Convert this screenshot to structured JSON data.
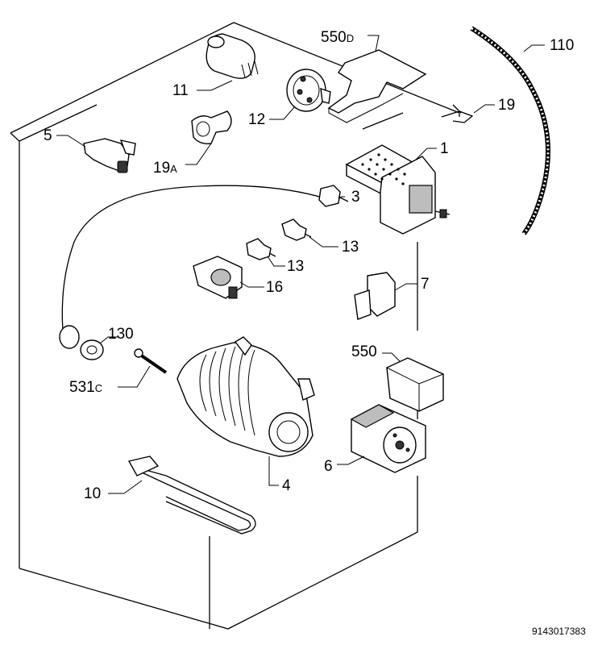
{
  "parts": [
    {
      "id": "550d",
      "label": "550",
      "suffix": "D"
    },
    {
      "id": "110",
      "label": "110",
      "suffix": ""
    },
    {
      "id": "11",
      "label": "11",
      "suffix": ""
    },
    {
      "id": "12",
      "label": "12",
      "suffix": ""
    },
    {
      "id": "19",
      "label": "19",
      "suffix": ""
    },
    {
      "id": "5",
      "label": "5",
      "suffix": ""
    },
    {
      "id": "19a",
      "label": "19",
      "suffix": "A"
    },
    {
      "id": "1",
      "label": "1",
      "suffix": ""
    },
    {
      "id": "3",
      "label": "3",
      "suffix": ""
    },
    {
      "id": "13a",
      "label": "13",
      "suffix": ""
    },
    {
      "id": "13b",
      "label": "13",
      "suffix": ""
    },
    {
      "id": "16",
      "label": "16",
      "suffix": ""
    },
    {
      "id": "7",
      "label": "7",
      "suffix": ""
    },
    {
      "id": "130",
      "label": "130",
      "suffix": ""
    },
    {
      "id": "550",
      "label": "550",
      "suffix": ""
    },
    {
      "id": "531c",
      "label": "531",
      "suffix": "C"
    },
    {
      "id": "6",
      "label": "6",
      "suffix": ""
    },
    {
      "id": "4",
      "label": "4",
      "suffix": ""
    },
    {
      "id": "10",
      "label": "10",
      "suffix": ""
    }
  ],
  "drawing_number": "9143017383"
}
